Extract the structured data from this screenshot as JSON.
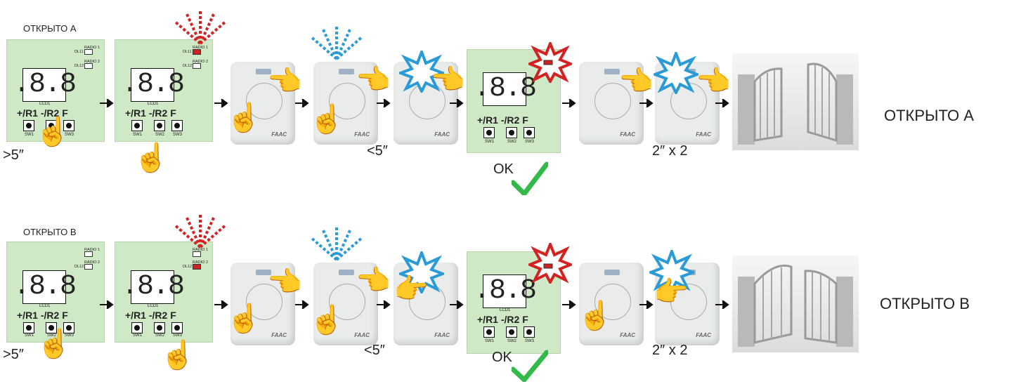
{
  "rows": [
    {
      "label": "ОТКРЫТО A",
      "result": "ОТКРЫТО A",
      "press_time": ">5″",
      "lt5": "<5″",
      "ok": "OK",
      "double": "2″ x 2"
    },
    {
      "label": "ОТКРЫТО B",
      "result": "ОТКРЫТО B",
      "press_time": ">5″",
      "lt5": "<5″",
      "ok": "OK",
      "double": "2″ x 2"
    }
  ],
  "board": {
    "display": ".8.8",
    "lcd_label": "LCD1",
    "buttons": "+/R1 -/R2 F",
    "sw1": "SW1",
    "sw2": "SW2",
    "sw3": "SW3",
    "radio1": "RADIO 1",
    "radio2": "RADIO 2",
    "dl11": "DL11",
    "dl12": "DL12"
  },
  "remote_brand": "FAAC",
  "colors": {
    "board_green": "#cfe8c6",
    "red_signal": "#d32222",
    "blue_signal": "#2a9bd6",
    "ok_check": "#33b84a"
  }
}
